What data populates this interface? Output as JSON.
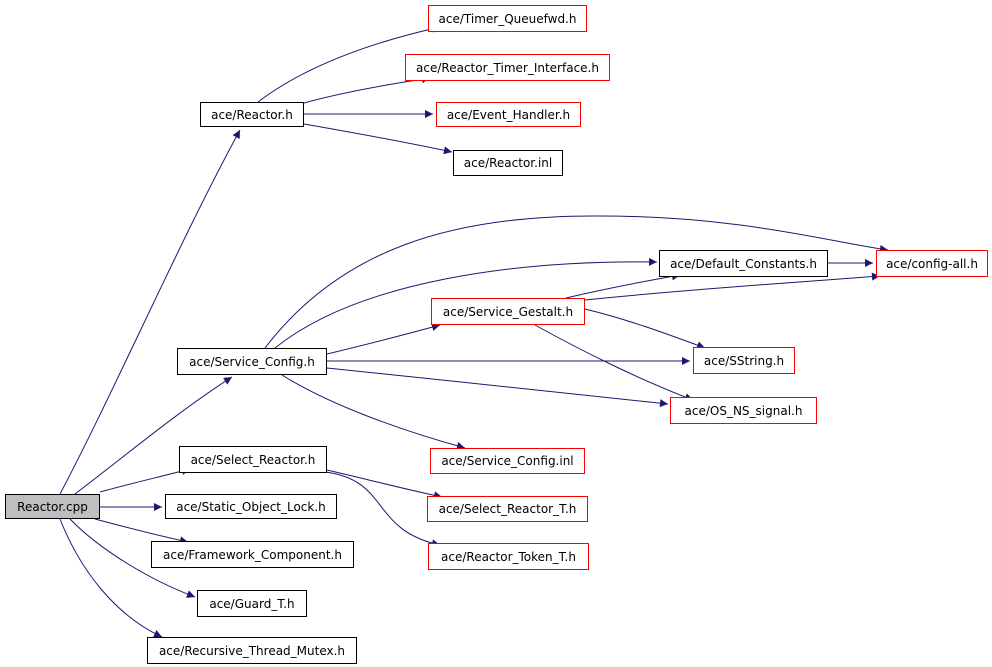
{
  "diagram": {
    "type": "include-dependency-graph",
    "colors": {
      "edge": "#191970",
      "root_fill": "#bfbfbf",
      "node_border": "#000000",
      "truncated_border": "#ff0000"
    },
    "nodes": [
      {
        "id": "reactor_cpp",
        "label": "Reactor.cpp",
        "root": true
      },
      {
        "id": "reactor_h",
        "label": "ace/Reactor.h"
      },
      {
        "id": "timer_queuefwd",
        "label": "ace/Timer_Queuefwd.h",
        "truncated": true
      },
      {
        "id": "reactor_timer_interface",
        "label": "ace/Reactor_Timer_Interface.h",
        "truncated": true
      },
      {
        "id": "event_handler",
        "label": "ace/Event_Handler.h",
        "truncated": true
      },
      {
        "id": "reactor_inl",
        "label": "ace/Reactor.inl"
      },
      {
        "id": "service_config_h",
        "label": "ace/Service_Config.h"
      },
      {
        "id": "default_constants",
        "label": "ace/Default_Constants.h"
      },
      {
        "id": "config_all",
        "label": "ace/config-all.h",
        "truncated": true
      },
      {
        "id": "service_gestalt",
        "label": "ace/Service_Gestalt.h",
        "truncated": true
      },
      {
        "id": "sstring",
        "label": "ace/SString.h",
        "truncated": true
      },
      {
        "id": "os_ns_signal",
        "label": "ace/OS_NS_signal.h",
        "truncated": true
      },
      {
        "id": "service_config_inl",
        "label": "ace/Service_Config.inl",
        "truncated": true
      },
      {
        "id": "select_reactor_h",
        "label": "ace/Select_Reactor.h"
      },
      {
        "id": "select_reactor_t",
        "label": "ace/Select_Reactor_T.h",
        "truncated": true
      },
      {
        "id": "reactor_token_t",
        "label": "ace/Reactor_Token_T.h",
        "truncated": true
      },
      {
        "id": "static_object_lock",
        "label": "ace/Static_Object_Lock.h"
      },
      {
        "id": "framework_component",
        "label": "ace/Framework_Component.h"
      },
      {
        "id": "guard_t",
        "label": "ace/Guard_T.h"
      },
      {
        "id": "recursive_thread_mutex",
        "label": "ace/Recursive_Thread_Mutex.h"
      }
    ],
    "edges": [
      {
        "from": "reactor_cpp",
        "to": "reactor_h"
      },
      {
        "from": "reactor_cpp",
        "to": "service_config_h"
      },
      {
        "from": "reactor_cpp",
        "to": "select_reactor_h"
      },
      {
        "from": "reactor_cpp",
        "to": "static_object_lock"
      },
      {
        "from": "reactor_cpp",
        "to": "framework_component"
      },
      {
        "from": "reactor_cpp",
        "to": "guard_t"
      },
      {
        "from": "reactor_cpp",
        "to": "recursive_thread_mutex"
      },
      {
        "from": "reactor_h",
        "to": "timer_queuefwd"
      },
      {
        "from": "reactor_h",
        "to": "reactor_timer_interface"
      },
      {
        "from": "reactor_h",
        "to": "event_handler"
      },
      {
        "from": "reactor_h",
        "to": "reactor_inl"
      },
      {
        "from": "service_config_h",
        "to": "config_all"
      },
      {
        "from": "service_config_h",
        "to": "default_constants"
      },
      {
        "from": "service_config_h",
        "to": "service_gestalt"
      },
      {
        "from": "service_config_h",
        "to": "sstring"
      },
      {
        "from": "service_config_h",
        "to": "os_ns_signal"
      },
      {
        "from": "service_config_h",
        "to": "service_config_inl"
      },
      {
        "from": "default_constants",
        "to": "config_all"
      },
      {
        "from": "service_gestalt",
        "to": "default_constants"
      },
      {
        "from": "service_gestalt",
        "to": "config_all"
      },
      {
        "from": "service_gestalt",
        "to": "sstring"
      },
      {
        "from": "service_gestalt",
        "to": "os_ns_signal"
      },
      {
        "from": "select_reactor_h",
        "to": "select_reactor_t"
      },
      {
        "from": "select_reactor_h",
        "to": "reactor_token_t"
      }
    ]
  }
}
